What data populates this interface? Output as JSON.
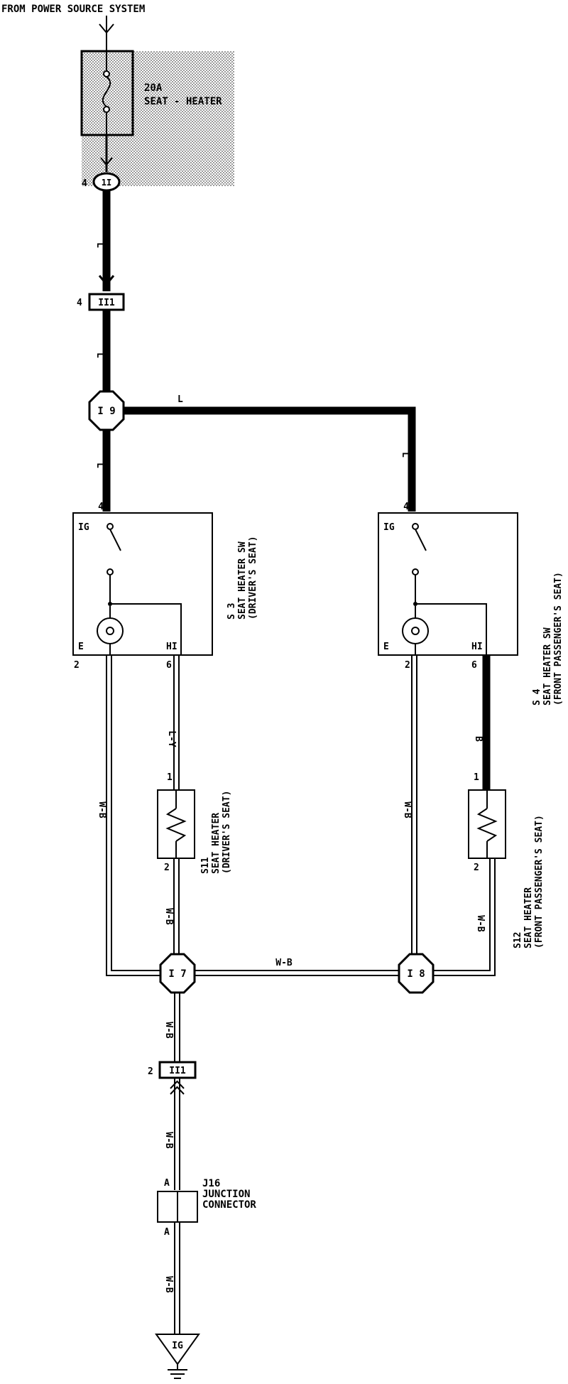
{
  "header": {
    "title": "FROM POWER SOURCE SYSTEM"
  },
  "fuse": {
    "rating": "20A",
    "name": "SEAT - HEATER"
  },
  "connectors": {
    "top_left": {
      "pin": "4",
      "id": "1I"
    },
    "ii1_top": {
      "pin": "4",
      "id": "II1"
    },
    "i9": {
      "id": "I 9"
    },
    "i7": {
      "id": "I 7"
    },
    "i8": {
      "id": "I 8"
    },
    "ii1_bottom": {
      "pin": "2",
      "id": "II1"
    },
    "ground": {
      "id": "IG"
    }
  },
  "wire_colors": {
    "l": "L",
    "ly": "L-Y",
    "b": "B",
    "wb": "W-B"
  },
  "switch_driver": {
    "code": "S 3",
    "name": "SEAT HEATER SW",
    "seat": "(DRIVER'S SEAT)",
    "pin_ig": "4",
    "pin_e": "2",
    "pin_hi": "6",
    "label_ig": "IG",
    "label_e": "E",
    "label_hi": "HI"
  },
  "switch_passenger": {
    "code": "S 4",
    "name": "SEAT HEATER SW",
    "seat": "(FRONT PASSENGER'S SEAT)",
    "pin_ig": "4",
    "pin_e": "2",
    "pin_hi": "6",
    "label_ig": "IG",
    "label_e": "E",
    "label_hi": "HI"
  },
  "heater_driver": {
    "code": "S11",
    "name": "SEAT HEATER",
    "seat": "(DRIVER'S SEAT)",
    "pin_top": "1",
    "pin_bottom": "2"
  },
  "heater_passenger": {
    "code": "S12",
    "name": "SEAT HEATER",
    "seat": "(FRONT PASSENGER'S SEAT)",
    "pin_top": "1",
    "pin_bottom": "2"
  },
  "junction": {
    "code": "J16",
    "line1": "JUNCTION",
    "line2": "CONNECTOR",
    "pin_top": "A",
    "pin_bottom": "A"
  }
}
